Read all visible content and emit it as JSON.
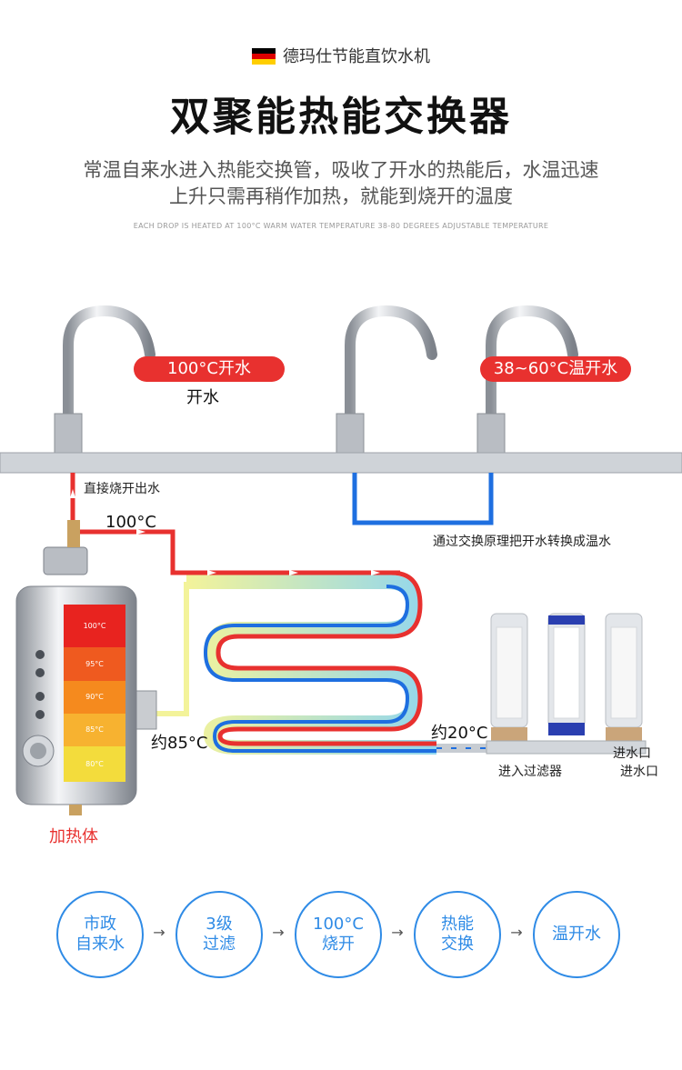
{
  "header": {
    "brand": "德玛仕节能直饮水机",
    "flag_icon": "germany-flag-icon",
    "title": "双聚能热能交换器",
    "subtitle_line1": "常温自来水进入热能交换管，吸收了开水的热能后，水温迅速",
    "subtitle_line2": "上升只需再稍作加热，就能到烧开的温度",
    "english_caption": "EACH DROP IS HEATED AT 100°C WARM WATER TEMPERATURE 38-80 DEGREES ADJUSTABLE TEMPERATURE"
  },
  "diagram": {
    "boiling_tap_badge": "100°C开水",
    "boiling_tap_label": "开水",
    "warm_tap_badge": "38~60°C温开水",
    "direct_out_label": "直接烧开出水",
    "hot_temp_label": "100°C",
    "exchange_label": "通过交换原理把开水转换成温水",
    "temp_85_label": "约85°C",
    "temp_20_label": "约20°C",
    "filter_in_label": "进入过滤器",
    "water_inlet_label_1": "进水口",
    "water_inlet_label_2": "进水口",
    "heater_label": "加热体",
    "tank_bands": [
      "100°C",
      "95°C",
      "90°C",
      "85°C",
      "80°C"
    ],
    "colors": {
      "hot": "#e8312f",
      "cold": "#1e6fe0",
      "preheat": "#f3f39a",
      "counter": "#9ed9ee",
      "accent": "#2f8be6"
    }
  },
  "process": {
    "steps": [
      {
        "line1": "市政",
        "line2": "自来水"
      },
      {
        "line1": "3级",
        "line2": "过滤"
      },
      {
        "line1": "100°C",
        "line2": "烧开"
      },
      {
        "line1": "热能",
        "line2": "交换"
      },
      {
        "line1": "温开水",
        "line2": ""
      }
    ],
    "arrow_symbol": "→"
  }
}
